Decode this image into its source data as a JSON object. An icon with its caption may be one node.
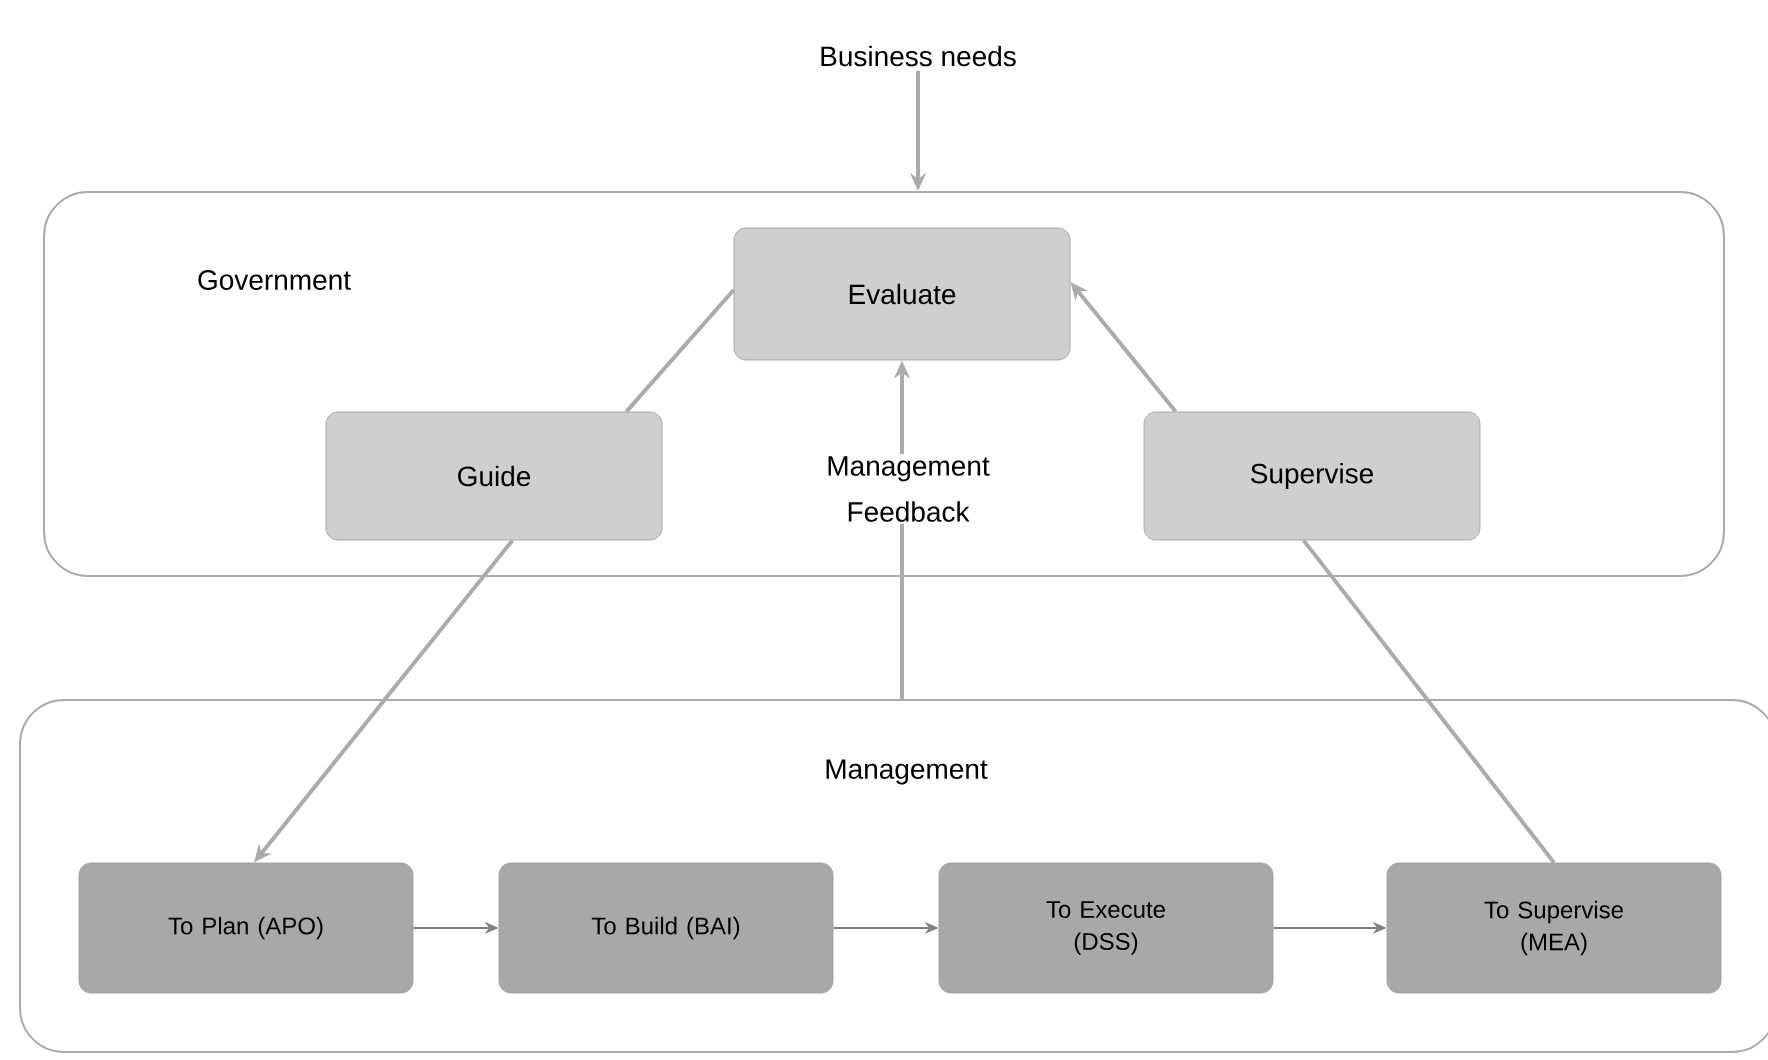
{
  "diagram": {
    "nodes": [
      {
        "text": [
          "Business needs"
        ]
      },
      {
        "text": [
          "Government"
        ]
      },
      {
        "text": [
          "Evaluate"
        ],
        "in": 1
      },
      {
        "text": [
          "Guide"
        ],
        "in": 1
      },
      {
        "text": [
          "Supervise"
        ],
        "in": 1
      },
      {
        "text": [
          "Management"
        ]
      },
      {
        "text": [
          "To Plan (APO)"
        ],
        "in": 5
      },
      {
        "text": [
          "To Build (BAI)"
        ],
        "in": 5
      },
      {
        "text": [
          "To Execute (DSS)"
        ],
        "in": 5
      },
      {
        "text": [
          "To Supervise (MEA)"
        ],
        "in": 5
      }
    ],
    "edges": [
      {
        "from": 0,
        "to": 1,
        "arrow": "to"
      },
      {
        "from": 2,
        "to": 3,
        "arrow": "none"
      },
      {
        "from": 3,
        "to": 6,
        "arrow": "to"
      },
      {
        "from": 4,
        "to": 2,
        "arrow": "to"
      },
      {
        "from": 9,
        "to": 4,
        "arrow": "none"
      },
      {
        "from": 5,
        "to": 2,
        "arrow": "to",
        "label": "Management Feedback"
      },
      {
        "from": 6,
        "to": 7,
        "arrow": "to",
        "color": "#7f7f7f"
      },
      {
        "from": 7,
        "to": 8,
        "arrow": "to",
        "color": "#7f7f7f"
      },
      {
        "from": 8,
        "to": 9,
        "arrow": "to",
        "color": "#7f7f7f"
      }
    ]
  }
}
